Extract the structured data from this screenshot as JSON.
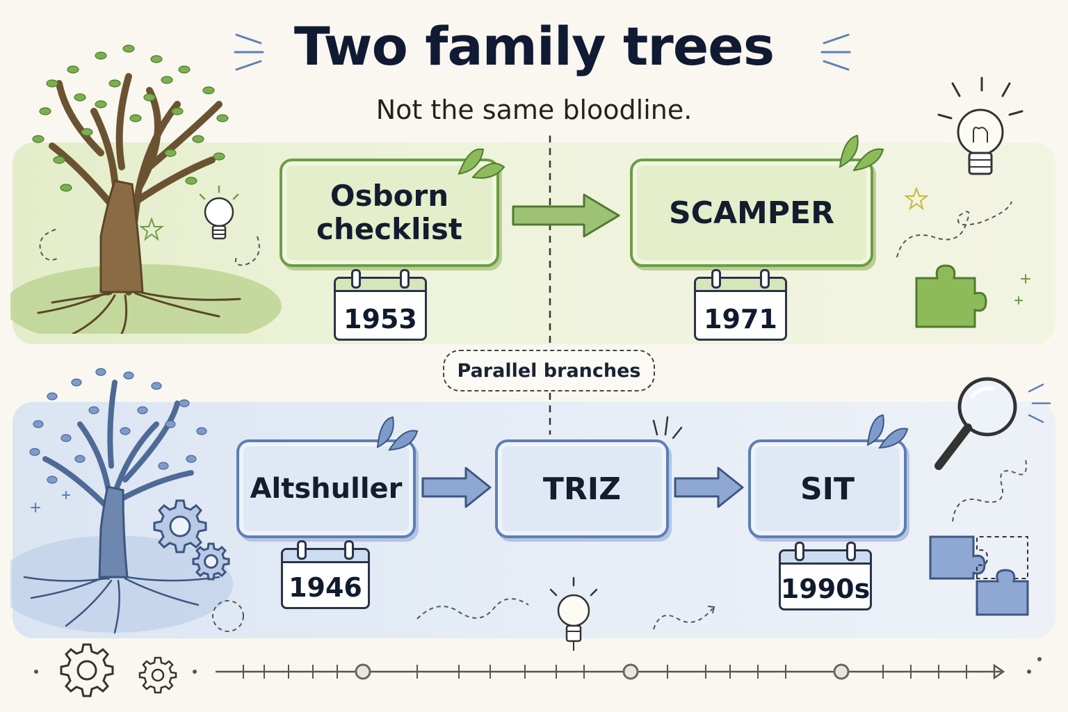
{
  "title": "Two family trees",
  "subtitle": "Not the same bloodline.",
  "divider_label": "Parallel branches",
  "green_tree": {
    "nodes": [
      {
        "label_line1": "Osborn",
        "label_line2": "checklist",
        "year": "1953"
      },
      {
        "label": "SCAMPER",
        "year": "1971"
      }
    ]
  },
  "blue_tree": {
    "nodes": [
      {
        "label": "Altshuller",
        "year": "1946"
      },
      {
        "label": "TRIZ"
      },
      {
        "label": "SIT",
        "year": "1990s"
      }
    ]
  },
  "colors": {
    "green_accent": "#6e9c44",
    "blue_accent": "#5d7eb6",
    "title": "#111a33"
  },
  "icons": [
    "tree-icon",
    "lightbulb-icon",
    "leaf-icon",
    "star-icon",
    "puzzle-icon",
    "gear-icon",
    "magnifier-icon",
    "calendar-icon",
    "arrow-icon"
  ]
}
